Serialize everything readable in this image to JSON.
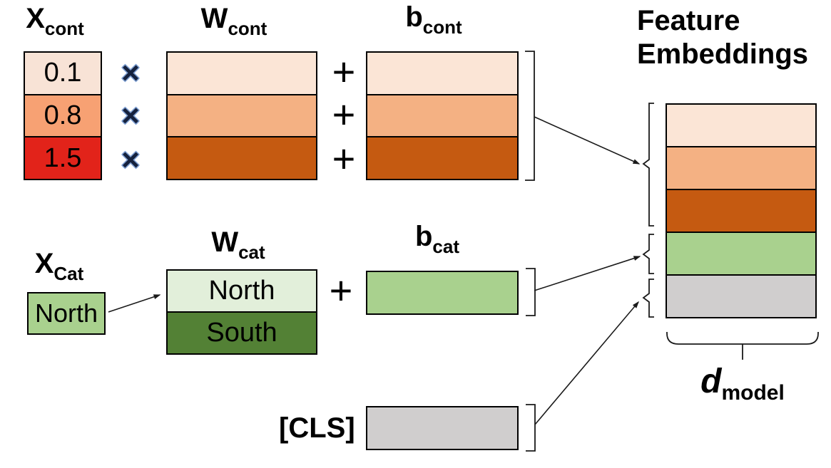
{
  "diagram": {
    "title": "Feature Embeddings"
  },
  "palette": {
    "orange_light": "#FBE5D6",
    "orange_mid": "#F4B183",
    "orange_dark": "#C55A11",
    "value_low_peach": "#F8E3D6",
    "value_mid_salmon": "#F7A173",
    "value_high_red": "#E2231A",
    "green_light": "#E2EFDA",
    "green_mid": "#A9D18E",
    "green_dark": "#538135",
    "gray": "#D0CECE",
    "multiply_navy": "#15213D",
    "multiply_outline_blue": "#7E9FD2",
    "line_black": "#1A1A1A"
  },
  "cont": {
    "x_label": {
      "base": "X",
      "sub": "cont"
    },
    "w_label": {
      "base": "W",
      "sub": "cont"
    },
    "b_label": {
      "base": "b",
      "sub": "cont"
    },
    "values": [
      "0.1",
      "0.8",
      "1.5"
    ],
    "multiply": "×",
    "plus": "+"
  },
  "cat": {
    "x_label": {
      "base": "X",
      "sub": "Cat"
    },
    "w_label": {
      "base": "W",
      "sub": "cat"
    },
    "b_label": {
      "base": "b",
      "sub": "cat"
    },
    "x_value": "North",
    "w_rows": [
      "North",
      "South"
    ],
    "plus": "+"
  },
  "cls": {
    "label": "[CLS]"
  },
  "d_model": {
    "base": "d",
    "sub": "model"
  }
}
